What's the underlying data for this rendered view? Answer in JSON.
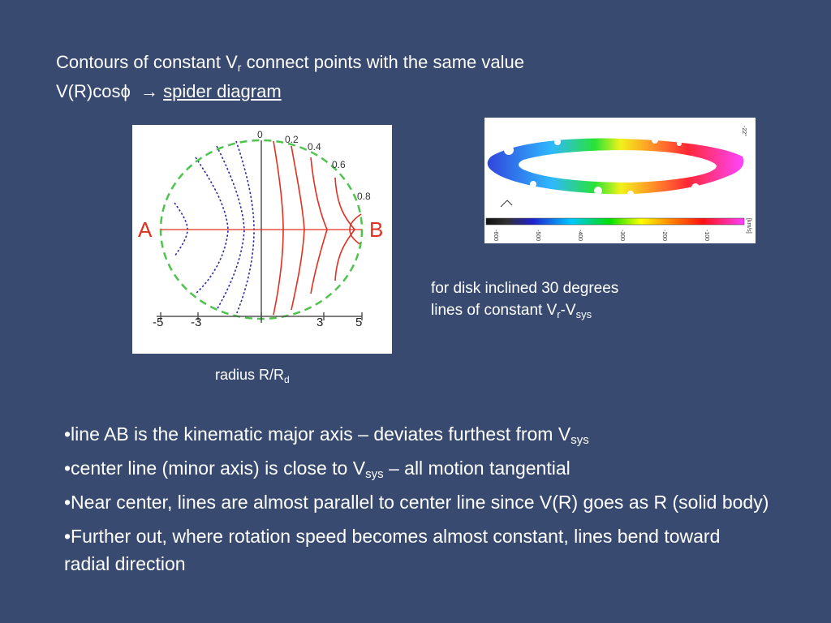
{
  "title": {
    "line1_a": "Contours of constant V",
    "line1_sub": "r",
    "line1_b": " connect points with the same value",
    "line2_a": "V(R)cos",
    "line2_phi": "ϕ",
    "line2_arrow": "→",
    "line2_link": "spider diagram"
  },
  "spider": {
    "label_a": "A",
    "label_b": "B",
    "top_labels": [
      "0",
      "0.2",
      "0.4",
      "0.6",
      "0.8"
    ],
    "axis_labels": [
      "-5",
      "-3",
      "3",
      "5"
    ],
    "colors": {
      "positive": "#e03020",
      "negative": "#2a2aa0",
      "boundary": "#4ec44e",
      "axis": "#555555"
    }
  },
  "velocity_map": {
    "colorbar_ticks": [
      "-600",
      "-500",
      "-400",
      "-300",
      "-200",
      "-100"
    ],
    "colorbar_unit": "[km/s]",
    "corner_label": "-22°"
  },
  "caption_radius": {
    "text": "radius R/R",
    "sub": "d"
  },
  "caption_disk": {
    "line1": "for disk inclined 30 degrees",
    "line2_a": "lines of constant V",
    "line2_sub1": "r",
    "line2_b": "-V",
    "line2_sub2": "sys"
  },
  "bullets": [
    {
      "a": "•line AB is the kinematic major axis – deviates furthest from V",
      "sub": "sys",
      "b": ""
    },
    {
      "a": "•center line (minor axis) is close to V",
      "sub": "sys",
      "b": " – all motion tangential"
    },
    {
      "a": "•Near center, lines are almost parallel to center line since V(R) goes as R (solid body)",
      "sub": "",
      "b": ""
    },
    {
      "a": "•Further out, where rotation speed becomes almost constant, lines bend toward radial direction",
      "sub": "",
      "b": ""
    }
  ]
}
